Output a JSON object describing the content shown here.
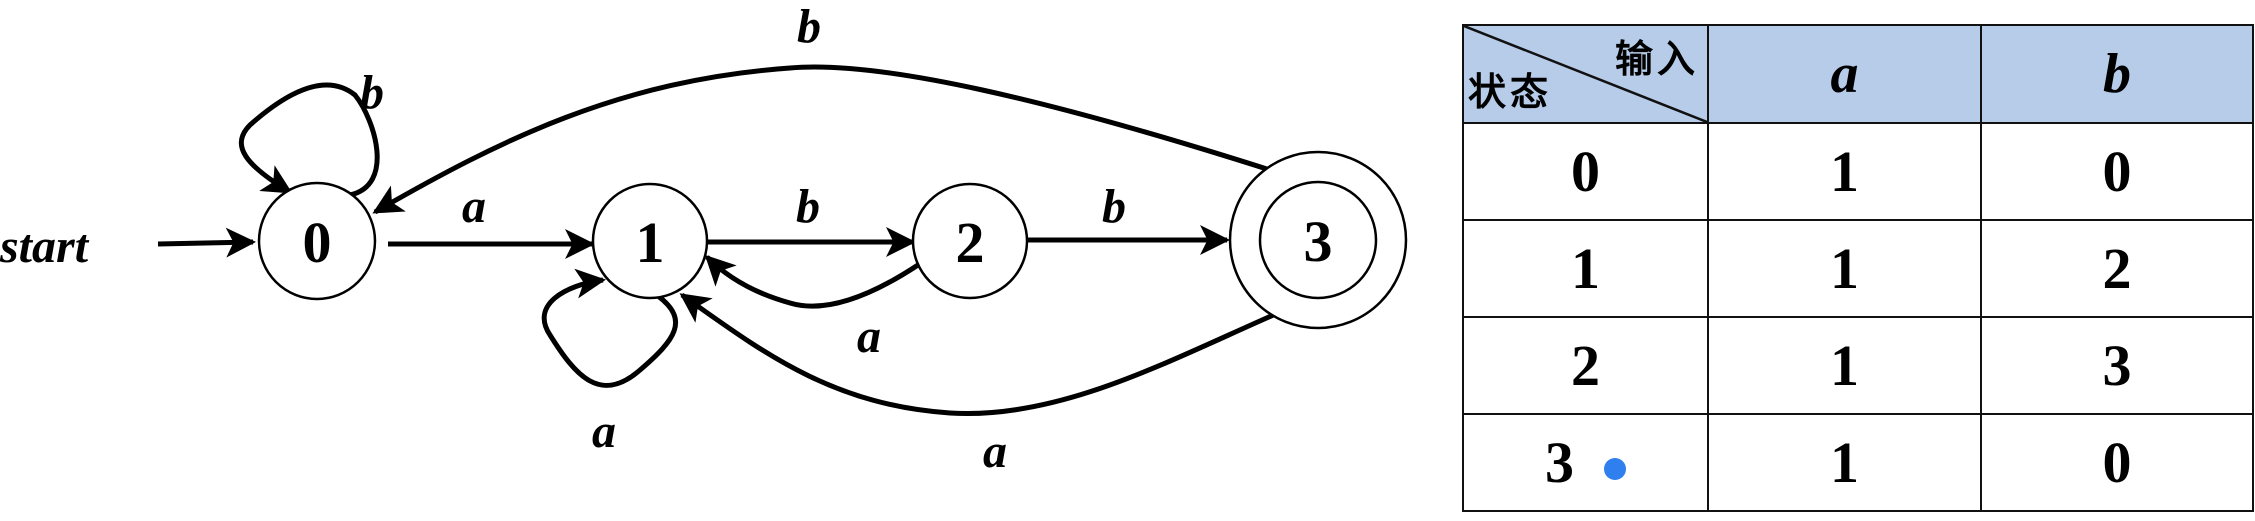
{
  "diagram": {
    "start_label": "start",
    "states": [
      {
        "id": "0",
        "accepting": false
      },
      {
        "id": "1",
        "accepting": false
      },
      {
        "id": "2",
        "accepting": false
      },
      {
        "id": "3",
        "accepting": true
      }
    ],
    "transitions": [
      {
        "from": "0",
        "to": "0",
        "symbol": "b"
      },
      {
        "from": "0",
        "to": "1",
        "symbol": "a"
      },
      {
        "from": "1",
        "to": "1",
        "symbol": "a"
      },
      {
        "from": "1",
        "to": "2",
        "symbol": "b"
      },
      {
        "from": "2",
        "to": "1",
        "symbol": "a"
      },
      {
        "from": "2",
        "to": "3",
        "symbol": "b"
      },
      {
        "from": "3",
        "to": "1",
        "symbol": "a"
      },
      {
        "from": "3",
        "to": "0",
        "symbol": "b"
      }
    ]
  },
  "table": {
    "corner_top": "输入",
    "corner_bottom": "状态",
    "columns": [
      "a",
      "b"
    ],
    "rows": [
      {
        "state": "0",
        "a": "1",
        "b": "0",
        "marked": false
      },
      {
        "state": "1",
        "a": "1",
        "b": "2",
        "marked": false
      },
      {
        "state": "2",
        "a": "1",
        "b": "3",
        "marked": false
      },
      {
        "state": "3",
        "a": "1",
        "b": "0",
        "marked": true
      }
    ],
    "header_color": "#b7cce9",
    "marker_color": "#2f7fef"
  }
}
